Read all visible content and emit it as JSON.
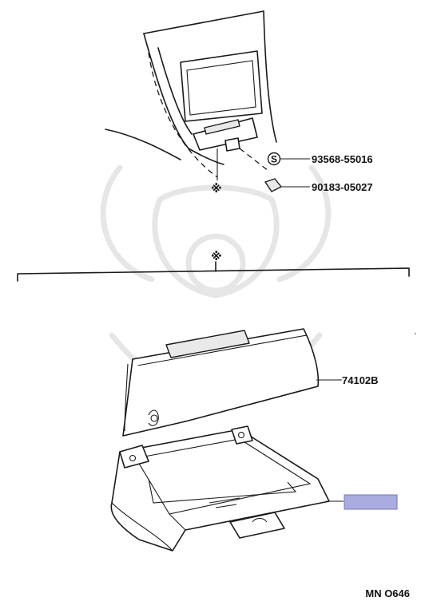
{
  "callouts": {
    "screw": {
      "symbol": "S",
      "part_no": "93568-55016"
    },
    "clip": {
      "part_no": "90183-05027"
    },
    "glove_box": {
      "part_no": "74102B"
    },
    "assembly_mark": "※",
    "subassembly_mark": "※"
  },
  "highlight": {
    "color": "#a9acdf",
    "border": "#7276b8"
  },
  "diagram_code": "MN O646"
}
